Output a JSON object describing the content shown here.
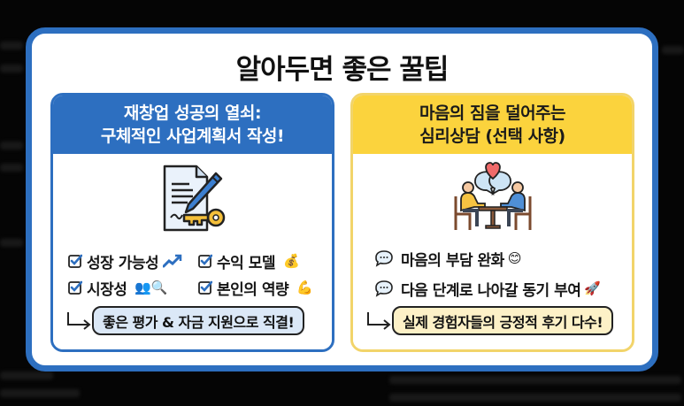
{
  "infographic": {
    "title": "알아두면 좋은 꿀팁",
    "colors": {
      "frame_blue": "#2d6fc0",
      "header_yellow": "#fbd33d",
      "badge_blue": "#dbe8f7",
      "badge_yellow": "#fdf1c7",
      "background": "#050505"
    },
    "cards": [
      {
        "header_line1": "재창업 성공의 열쇠:",
        "header_line2": "구체적인 사업계획서 작성!",
        "illustration": "document-pen-key-icon",
        "checklist": [
          {
            "label": "성장 가능성",
            "icon": "trend-up-icon",
            "glyph": "📈"
          },
          {
            "label": "수익 모델",
            "icon": "money-bag-icon",
            "glyph": "💰"
          },
          {
            "label": "시장성",
            "icon": "people-search-icon",
            "glyph": "👥🔍"
          },
          {
            "label": "본인의 역량",
            "icon": "flexed-bicep-icon",
            "glyph": "💪"
          }
        ],
        "result": "좋은 평가 & 자금 지원으로 직결!"
      },
      {
        "header_line1": "마음의 짐을 덜어주는",
        "header_line2": "심리상담 (선택 사항)",
        "illustration": "counseling-people-heart-icon",
        "bullets": [
          {
            "label": "마음의 부담 완화",
            "icon": "smile-icon",
            "glyph": "😊"
          },
          {
            "label": "다음 단계로 나아갈 동기 부여",
            "icon": "rocket-icon",
            "glyph": "🚀"
          }
        ],
        "result": "실제 경험자들의 긍정적 후기 다수!"
      }
    ]
  }
}
